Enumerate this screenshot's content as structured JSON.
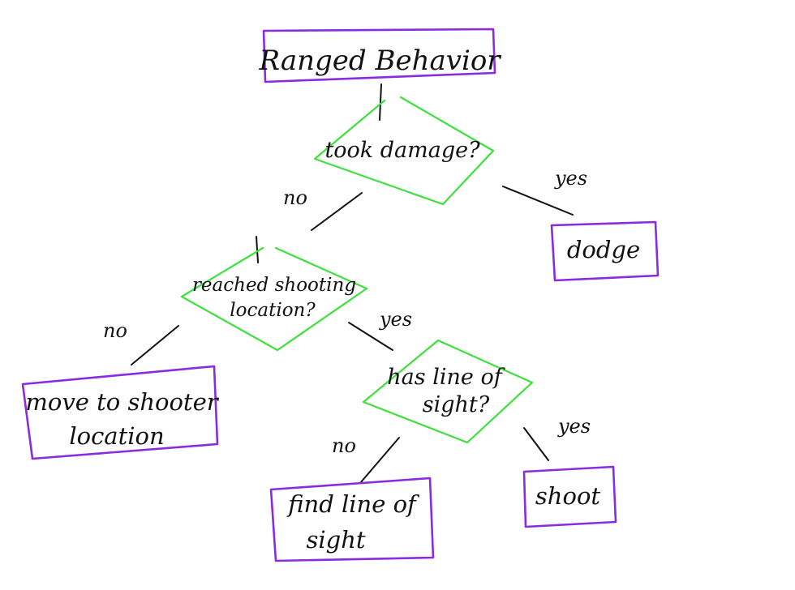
{
  "colors": {
    "action_box": "#8a2be2",
    "decision": "#3ee03e",
    "ink": "#111111",
    "background": "#ffffff"
  },
  "root": {
    "label": "Ranged Behavior"
  },
  "decisions": {
    "took_damage": {
      "label": "took damage?"
    },
    "reached_location": {
      "line1": "reached shooting",
      "line2": "location?"
    },
    "line_of_sight": {
      "line1": "has line of",
      "line2": "sight?"
    }
  },
  "actions": {
    "dodge": {
      "label": "dodge"
    },
    "move": {
      "line1": "move to shooter",
      "line2": "location"
    },
    "find": {
      "line1": "find line of",
      "line2": "sight"
    },
    "shoot": {
      "label": "shoot"
    }
  },
  "edges": {
    "took_damage_no": "no",
    "took_damage_yes": "yes",
    "reached_no": "no",
    "reached_yes": "yes",
    "sight_no": "no",
    "sight_yes": "yes"
  }
}
